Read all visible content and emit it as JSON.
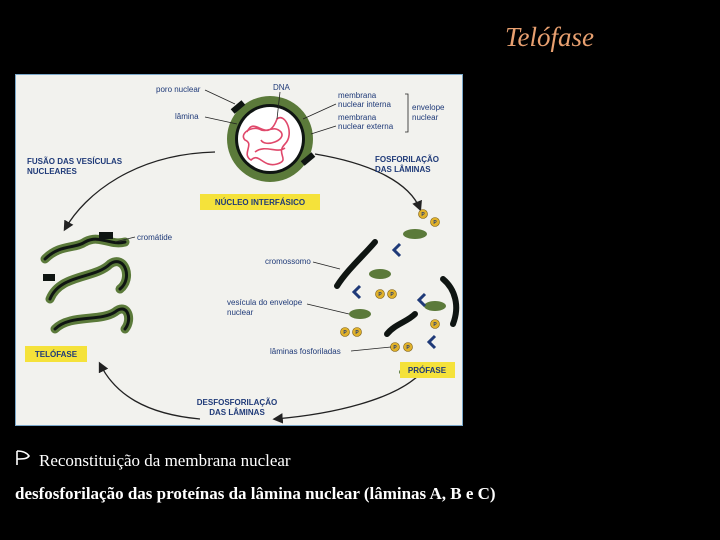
{
  "slide": {
    "title": "Telófase",
    "bullet_text": "Reconstituição da membrana nuclear",
    "detail_text": "desfosforilação das proteínas da lâmina nuclear (lâminas A, B e C)",
    "title_color": "#e8a070"
  },
  "diagram": {
    "labels": {
      "poro": "poro nuclear",
      "dna": "DNA",
      "lamina": "lâmina",
      "mni": "membrana",
      "mni2": "nuclear interna",
      "mne": "membrana",
      "mne2": "nuclear externa",
      "env1": "envelope",
      "env2": "nuclear",
      "fusao1": "FUSÃO DAS VESÍCULAS",
      "fusao2": "NUCLEARES",
      "fosf1": "FOSFORILAÇÃO",
      "fosf2": "DAS LÂMINAS",
      "cromatide": "cromátide",
      "cromossomo": "cromossomo",
      "vesicula1": "vesícula do envelope",
      "vesicula2": "nuclear",
      "laminas_fosf": "lâminas fosforiladas",
      "desfosf1": "DESFOSFORILAÇÃO",
      "desfosf2": "DAS LÂMINAS",
      "p": "P"
    },
    "boxes": {
      "nucleo": "NÚCLEO INTERFÁSICO",
      "telofase": "TELÓFASE",
      "profase": "PRÓFASE"
    },
    "colors": {
      "background": "#f2f2ee",
      "label_box": "#f5e23a",
      "label_text": "#1f3a78",
      "membrane": "#5b7a3a",
      "lamina": "#0f1512",
      "dna": "#e0486b",
      "phosphate": "#e0b12a",
      "arrow": "#222222"
    }
  }
}
